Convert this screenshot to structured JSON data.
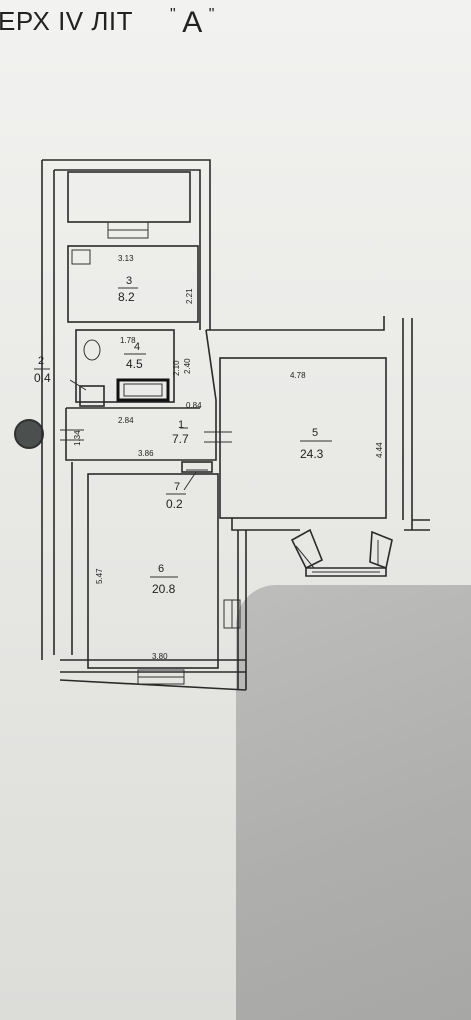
{
  "header": {
    "floor_text": "ЕРХ IV ЛІТ",
    "lit_open_quote": "\"",
    "lit_letter": "А",
    "lit_close_quote": "\""
  },
  "rooms": [
    {
      "number": "1",
      "area": "7.7"
    },
    {
      "number": "2",
      "area": "0.4"
    },
    {
      "number": "3",
      "area": "8.2"
    },
    {
      "number": "4",
      "area": "4.5"
    },
    {
      "number": "5",
      "area": "24.3"
    },
    {
      "number": "6",
      "area": "20.8"
    },
    {
      "number": "7",
      "area": "0.2"
    }
  ],
  "dimensions": {
    "balcony_width": "3.13",
    "room3_height": "2.21",
    "room4_width": "1.78",
    "room4_height": "2.10",
    "room4_side": "2.40",
    "room1_top_width": "2.84",
    "room1_side": "0.84",
    "room1_left": "1.34",
    "room1_bottom_width": "3.86",
    "room5_width": "4.78",
    "room5_height": "4.44",
    "room6_height": "5.47",
    "room6_width": "3.80"
  },
  "colors": {
    "line": "#2a2a2a",
    "paper": "#efefed",
    "shadow": "#b0b0ae"
  }
}
